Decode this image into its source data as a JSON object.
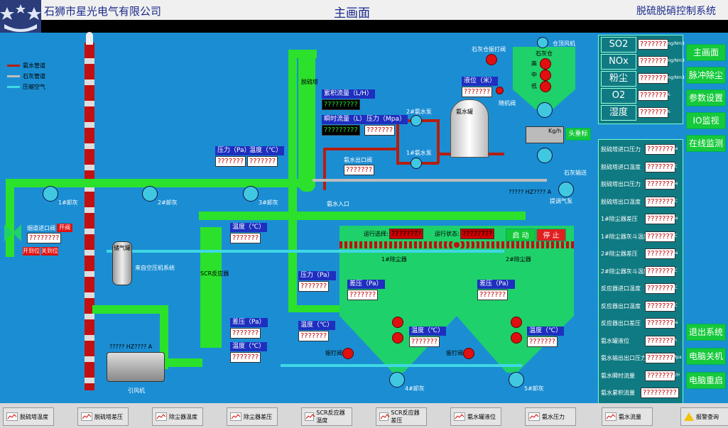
{
  "header": {
    "company": "石狮市星光电气有限公司",
    "main_title": "主画面",
    "system_title": "脱硫脱硝控制系统"
  },
  "legend": [
    {
      "label": "氨水管道",
      "color": "#b51e10"
    },
    {
      "label": "石灰管道",
      "color": "#bdbdbd"
    },
    {
      "label": "压缩空气",
      "color": "#3fd8e6"
    }
  ],
  "colors": {
    "pipe_green": "#2be12b",
    "pipe_red": "#b51e10",
    "pipe_gray": "#bdbdbd",
    "pipe_cyan": "#3fd8e6",
    "label_blue": "#1e2fbf",
    "alarm_red": "#e01010",
    "button_green": "#15c93a",
    "stop_red": "#e02020"
  },
  "ph": "???????",
  "ph8": "????????",
  "ph9": "?????????",
  "labels": {
    "desulf_tower": "脱硫塔",
    "flow_total": "累积流量（L/H）",
    "flow_inst": "瞬时流量（L）",
    "pressure_mpa": "压力（Mpa）",
    "pump1": "1#氨水泵",
    "pump2": "2#氨水泵",
    "ammonia_outlet_valve": "氨水出口阀",
    "ammonia_tank": "氨水罐",
    "level": "液位（米）",
    "lime_silo_valve": "石灰仓振打阀",
    "storage_fan": "仓顶风机",
    "lime_silo": "石灰仓",
    "high": "高",
    "mid": "中",
    "low": "低",
    "flow_vent": "随机阀",
    "lime_screw": "石灰输送",
    "lift_fan": "提调气泵",
    "pressure_pa": "压力（Pa）",
    "temp_c": "温度（℃）",
    "fan1": "1#卸灰",
    "fan2": "2#卸灰",
    "fan3": "3#卸灰",
    "ammonia_inlet": "氨水入口",
    "flue_inlet_valve": "烟道进口阀",
    "open": "开到位",
    "close": "关到位",
    "open_btn": "开阀",
    "air_tank": "储气罐",
    "from_air": "来自空压机系统",
    "scr": "SCR反应器",
    "run_select": "运行选择:",
    "run_state": "运行状态:",
    "start": "启 动",
    "stop": "停 止",
    "dust1": "1#除尘器",
    "dust2": "2#除尘器",
    "diff_pa": "差压（Pa）",
    "vibro_valve1": "振打阀",
    "vibro_valve2": "振打阀",
    "fan4": "4#卸灰",
    "fan5": "5#卸灰",
    "induced_fan": "引风机",
    "freq_readout": "????? HZ???? A",
    "freq_readout2": "????? HZ???? A",
    "mixer": "石灰仓",
    "head_btn": "头重标",
    "kg": "Kg/h",
    "kg2": "Kg"
  },
  "emissions": [
    {
      "name": "SO2",
      "unit": "mg/Nm3"
    },
    {
      "name": "NOx",
      "unit": "mg/Nm3"
    },
    {
      "name": "粉尘",
      "unit": "mg/Nm3"
    },
    {
      "name": "O2",
      "unit": "%"
    },
    {
      "name": "湿度",
      "unit": "%"
    }
  ],
  "params": [
    {
      "name": "脱硫塔进口压力",
      "unit": "pa"
    },
    {
      "name": "脱硫塔进口温度",
      "unit": "℃"
    },
    {
      "name": "脱硫塔出口压力",
      "unit": "pa"
    },
    {
      "name": "脱硫塔出口温度",
      "unit": "℃"
    },
    {
      "name": "1#除尘器差压",
      "unit": "pa"
    },
    {
      "name": "1#除尘器灰斗温度",
      "unit": "℃"
    },
    {
      "name": "2#除尘器差压",
      "unit": "pa"
    },
    {
      "name": "2#除尘器灰斗温度",
      "unit": "℃"
    },
    {
      "name": "反应器进口温度",
      "unit": "℃"
    },
    {
      "name": "反应器出口温度",
      "unit": "℃"
    },
    {
      "name": "反应器出口差压",
      "unit": "pa"
    },
    {
      "name": "氨水罐液位",
      "unit": "m"
    },
    {
      "name": "氨水输出出口压力",
      "unit": "Mpa"
    },
    {
      "name": "氨水瞬时流量",
      "unit": "L/H"
    },
    {
      "name": "氨水累积流量",
      "unit": "L"
    }
  ],
  "nav": [
    "主画面",
    "脉冲除尘",
    "参数设置",
    "IO监视",
    "在线监测"
  ],
  "nav_bottom": [
    "退出系统",
    "电脑关机",
    "电脑重启"
  ],
  "bottom": [
    "脱硫塔温度",
    "脱硫塔差压",
    "除尘器温度",
    "除尘器差压",
    "SCR反应器温度",
    "SCR反应器差压",
    "氨水罐液位",
    "氨水压力",
    "氨水流量",
    "报警查询"
  ]
}
